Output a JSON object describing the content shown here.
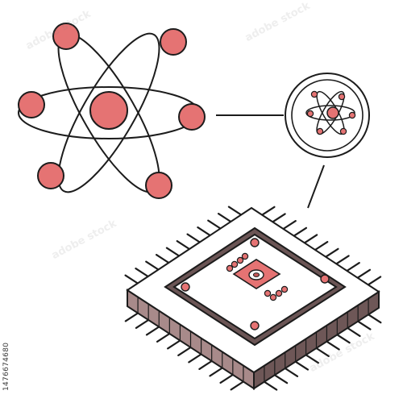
{
  "illustration": {
    "stock_id": "1476674680",
    "watermark": "adobe stock"
  },
  "colors": {
    "accent_fill": "#e57373",
    "accent_dark": "#c65a5a",
    "outline": "#1c1c1c",
    "chip_top": "#ffffff",
    "chip_side": "#a88a8a",
    "chip_side_dark": "#6e5757",
    "chip_recess": "#6b5555",
    "chip_inner": "#ffffff",
    "background": "#ffffff"
  },
  "icons": {
    "large_atom": "atom-icon",
    "badge": "atom-badge-icon",
    "processor": "cpu-chip-icon"
  },
  "atom_large": {
    "electron_count": 6,
    "orbit_count": 3
  },
  "chip": {
    "pins_per_side": 11,
    "pad_count": 8
  }
}
